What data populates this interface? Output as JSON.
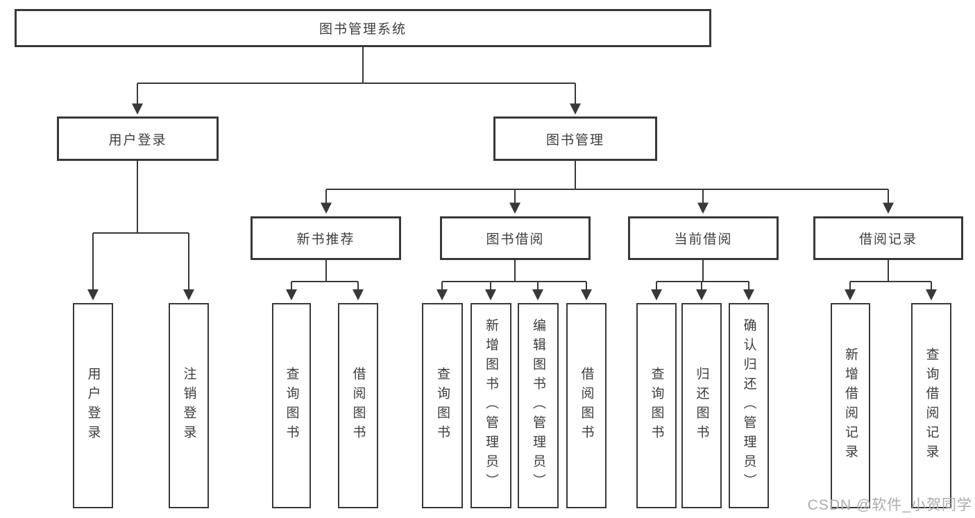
{
  "diagram": {
    "root_label": "图书管理系统",
    "level2": {
      "user_login": "用户登录",
      "book_management": "图书管理"
    },
    "level3": {
      "new_book_recommend": "新书推荐",
      "book_borrowing": "图书借阅",
      "current_borrowing": "当前借阅",
      "borrowing_records": "借阅记录"
    },
    "leaves": {
      "user_login": [
        "用户登录",
        "注销登录"
      ],
      "new_book_recommend": [
        "查询图书",
        "借阅图书"
      ],
      "book_borrowing": [
        "查询图书",
        "新增图书（管理员）",
        "编辑图书（管理员）",
        "借阅图书"
      ],
      "current_borrowing": [
        "查询图书",
        "归还图书",
        "确认归还（管理员）"
      ],
      "borrowing_records": [
        "新增借阅记录",
        "查询借阅记录"
      ]
    }
  },
  "watermark": "CSDN @软件_小贺同学",
  "colors": {
    "line": "#383838",
    "border": "#383838",
    "text": "#3d3d3d",
    "watermark": "#ababab",
    "bg": "#ffffff"
  }
}
